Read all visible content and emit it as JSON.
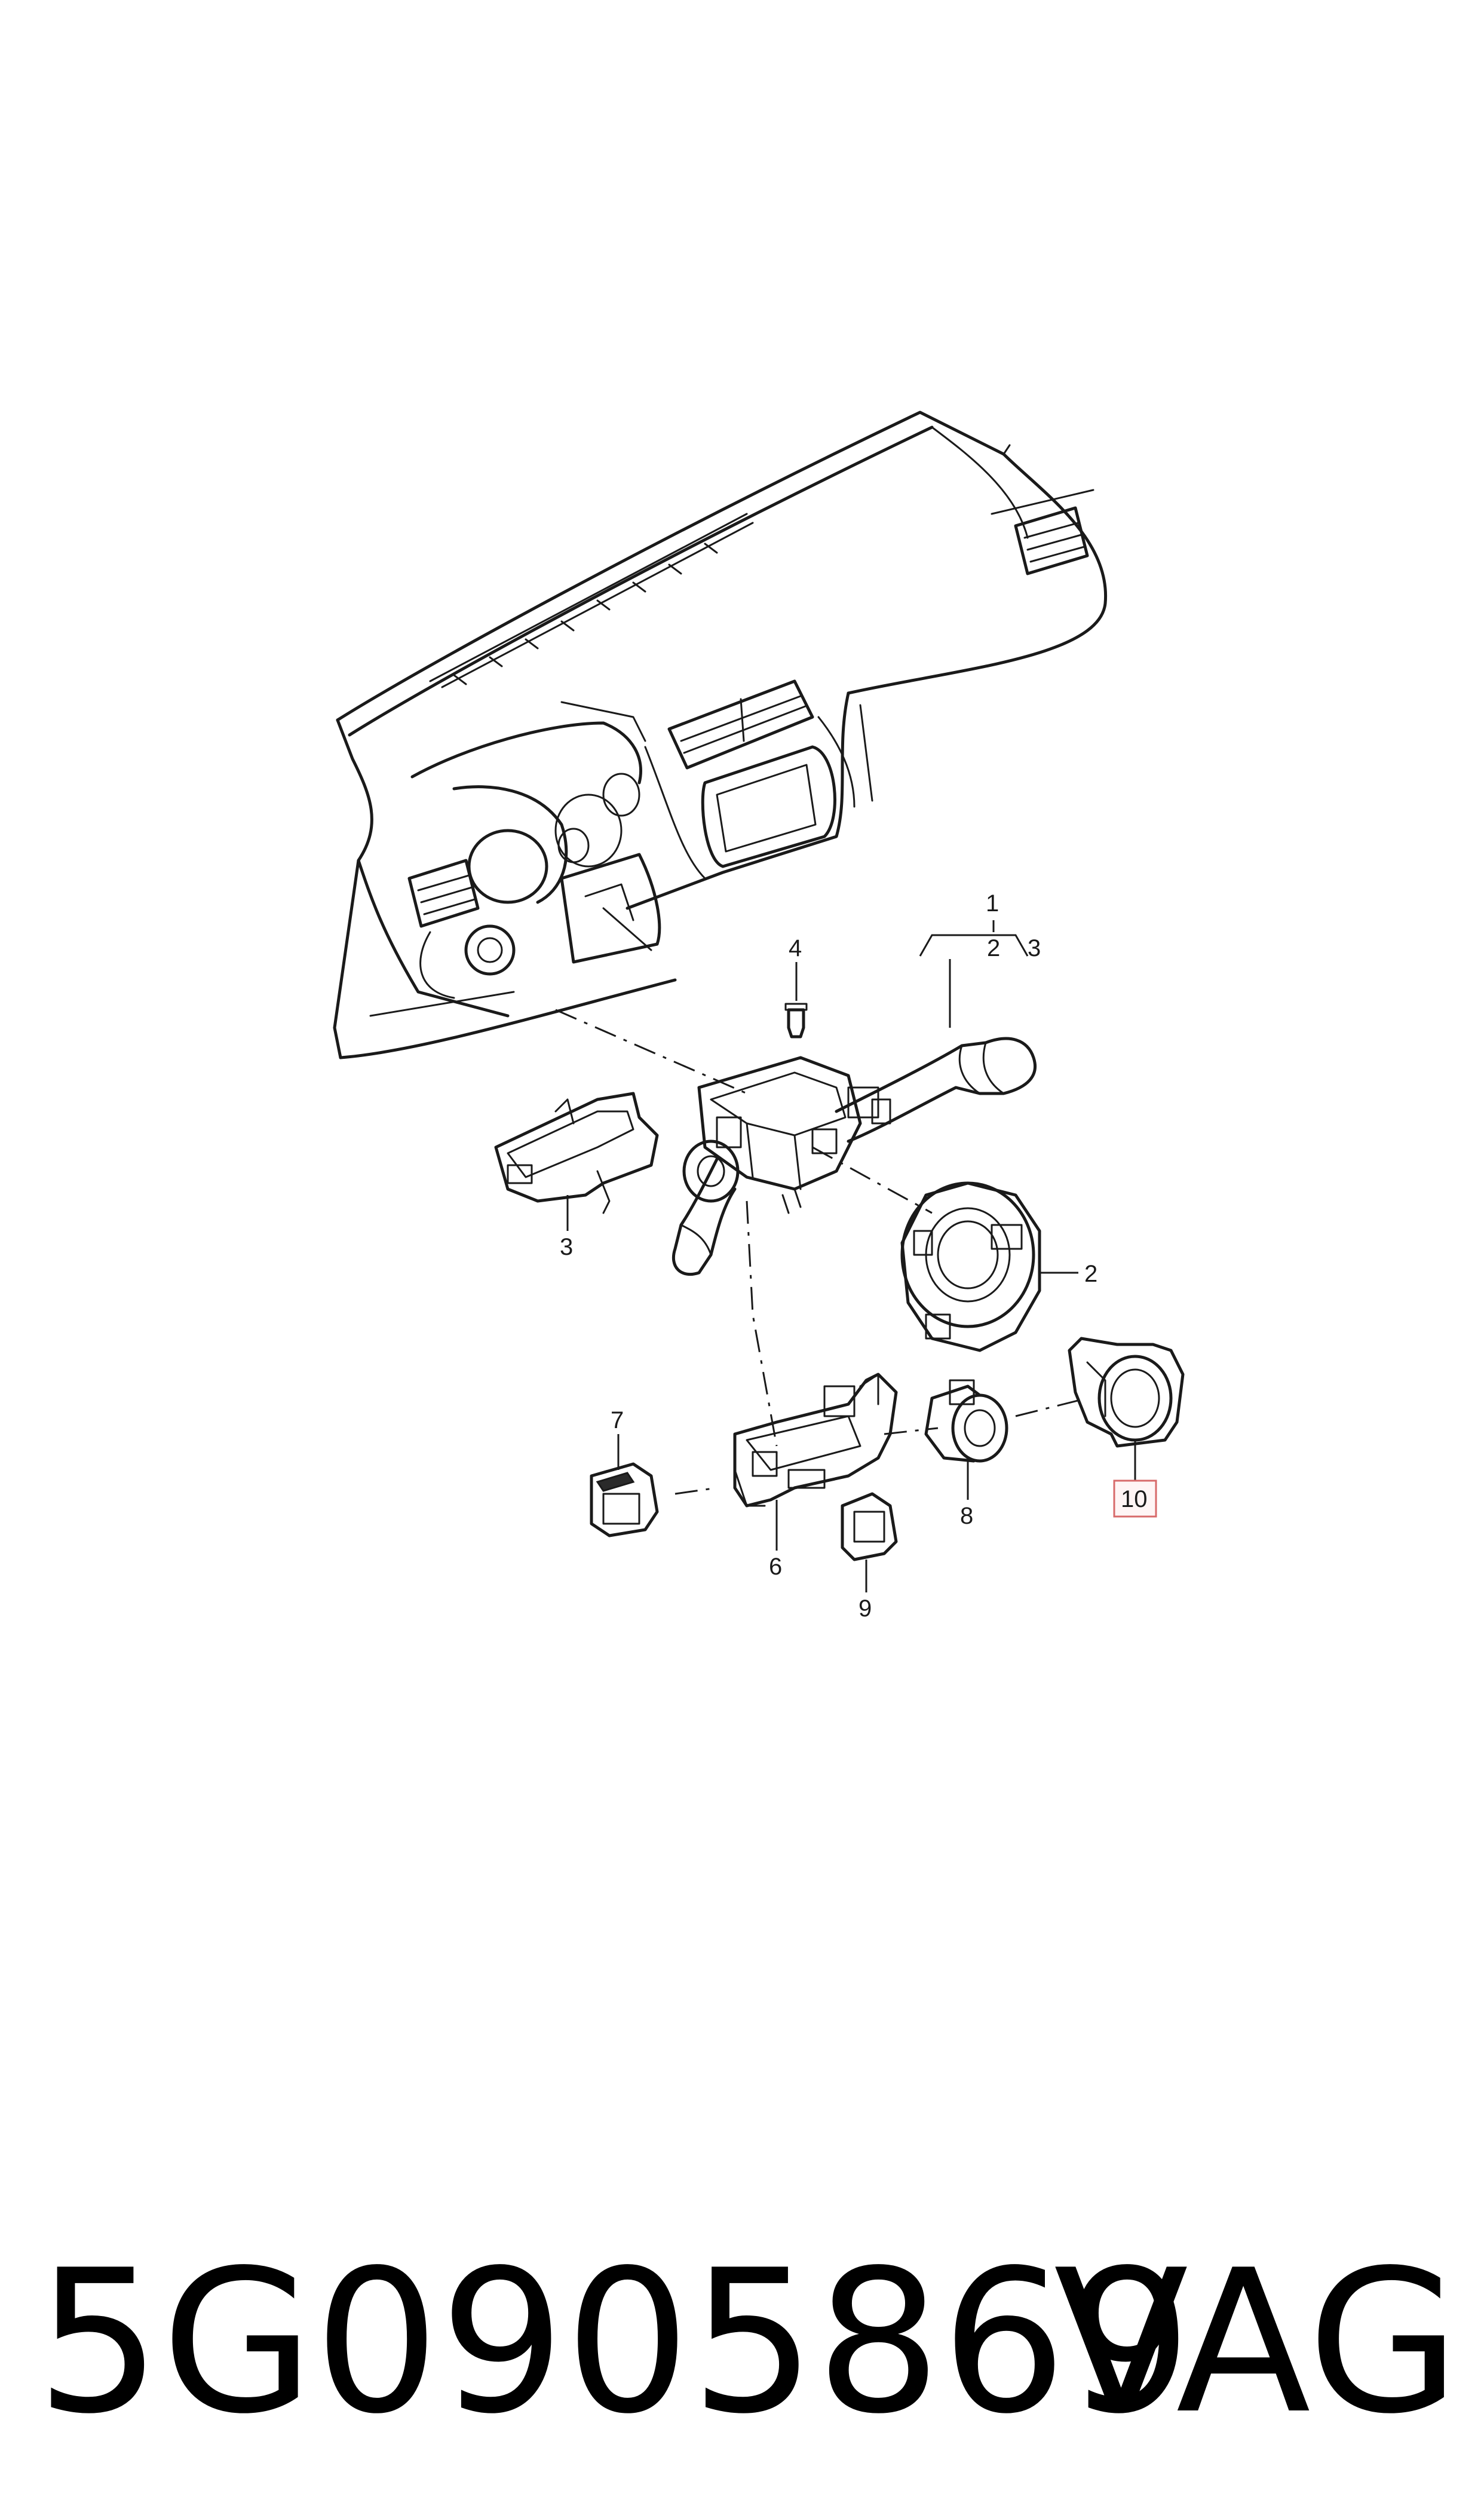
{
  "diagram": {
    "callouts": [
      {
        "id": "1",
        "label": "1"
      },
      {
        "id": "1-sub-2",
        "label": "2"
      },
      {
        "id": "1-sub-3",
        "label": "3"
      },
      {
        "id": "2",
        "label": "2"
      },
      {
        "id": "3",
        "label": "3"
      },
      {
        "id": "4",
        "label": "4"
      },
      {
        "id": "6",
        "label": "6"
      },
      {
        "id": "7",
        "label": "7"
      },
      {
        "id": "8",
        "label": "8"
      },
      {
        "id": "9",
        "label": "9"
      },
      {
        "id": "10",
        "label": "10",
        "highlighted": true
      }
    ],
    "highlight_color": "#d76a6a"
  },
  "footer": {
    "part_number": "5G0905869",
    "brand": "VAG"
  }
}
